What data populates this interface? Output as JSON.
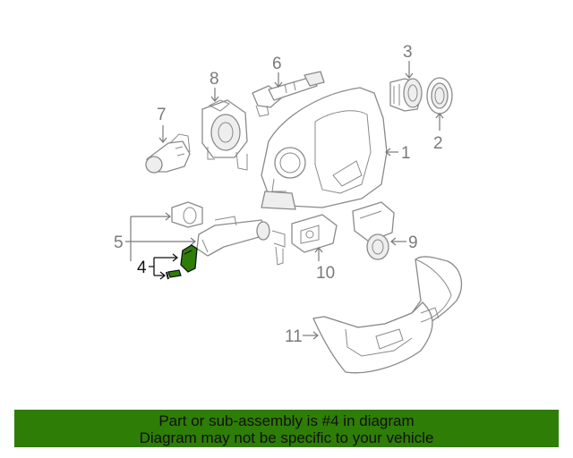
{
  "diagram": {
    "callouts": {
      "c1": "1",
      "c2": "2",
      "c3": "3",
      "c4": "4",
      "c5": "5",
      "c6": "6",
      "c7": "7",
      "c8": "8",
      "c9": "9",
      "c10": "10",
      "c11": "11"
    },
    "highlighted_part": "4",
    "colors": {
      "highlight": "#2e7d07",
      "line_art": "#8a8a8a",
      "banner": "#2e7d07"
    }
  },
  "banner": {
    "line1": "Part or sub-assembly is #4 in diagram",
    "line2": "Diagram may not be specific to your vehicle"
  }
}
